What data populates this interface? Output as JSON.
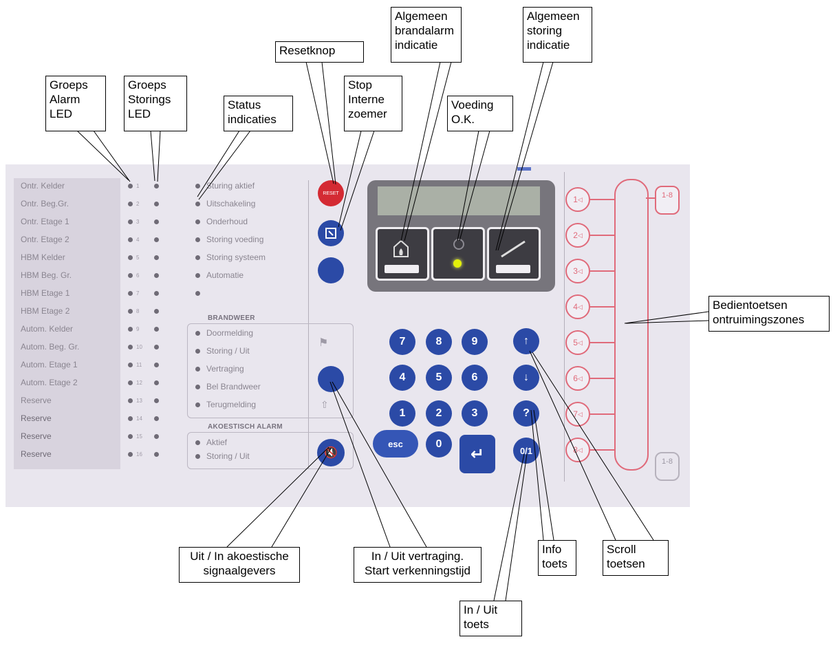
{
  "zones": [
    "Ontr. Kelder",
    "Ontr. Beg.Gr.",
    "Ontr. Etage 1",
    "Ontr. Etage 2",
    "HBM Kelder",
    "HBM Beg. Gr.",
    "HBM Etage 1",
    "HBM Etage 2",
    "Autom. Kelder",
    "Autom. Beg. Gr.",
    "Autom. Etage 1",
    "Autom. Etage 2",
    "Reserve",
    "Reserve",
    "Reserve",
    "Reserve"
  ],
  "status": [
    "Sturing aktief",
    "Uitschakeling",
    "Onderhoud",
    "Storing voeding",
    "Storing systeem",
    "Automatie"
  ],
  "brandweer": {
    "heading": "BRANDWEER",
    "items": [
      "Doormelding",
      "Storing / Uit",
      "Vertraging",
      "Bel Brandweer",
      "Terugmelding"
    ]
  },
  "akoestisch": {
    "heading": "AKOESTISCH ALARM",
    "items": [
      "Aktief",
      "Storing / Uit"
    ]
  },
  "buttons": {
    "reset": "RESET",
    "esc": "esc",
    "all_zones": "1-8"
  },
  "keypad": [
    "7",
    "8",
    "9",
    "4",
    "5",
    "6",
    "1",
    "2",
    "3",
    "0"
  ],
  "zone_buttons": [
    "1",
    "2",
    "3",
    "4",
    "5",
    "6",
    "7",
    "8"
  ],
  "colors": {
    "panel": "#e9e6ee",
    "key_blue": "#2b4aa6",
    "reset_red": "#d42a33",
    "zone_red": "#e06a7a",
    "led_green": "#e4f20a"
  },
  "callouts": {
    "groeps_alarm": [
      "Groeps",
      "Alarm",
      "LED"
    ],
    "groeps_storings": [
      "Groeps",
      "Storings",
      "LED"
    ],
    "status": [
      "Status",
      "indicaties"
    ],
    "resetknop": [
      "Resetknop"
    ],
    "stop_zoemer": [
      "Stop",
      "Interne",
      "zoemer"
    ],
    "brandalarm": [
      "Algemeen",
      "brandalarm",
      "indicatie"
    ],
    "voeding": [
      "Voeding",
      "O.K."
    ],
    "storing": [
      "Algemeen",
      "storing",
      "indicatie"
    ],
    "bedientoetsen": [
      "Bedientoetsen",
      "ontruimingszones"
    ],
    "akoestische": [
      "Uit / In akoestische",
      "signaalgevers"
    ],
    "vertraging": [
      "In / Uit vertraging.",
      "Start verkenningstijd"
    ],
    "info": [
      "Info",
      "toets"
    ],
    "scroll": [
      "Scroll",
      "toetsen"
    ],
    "inuit": [
      "In / Uit",
      "toets"
    ]
  }
}
